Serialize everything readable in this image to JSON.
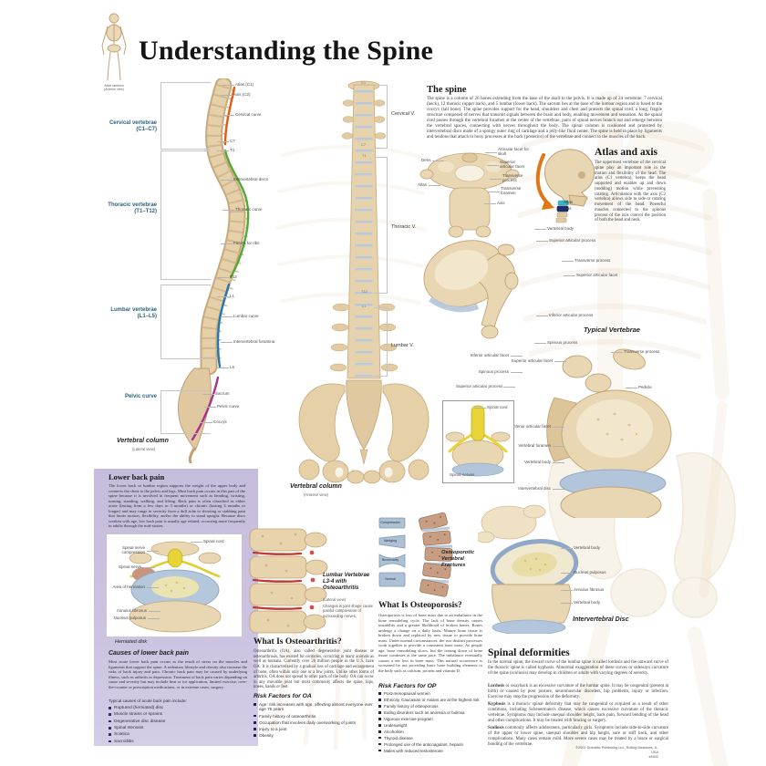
{
  "poster": {
    "title": "Understanding the Spine",
    "skeleton_caption_line1": "Adult skeleton",
    "skeleton_caption_line2": "(Anterior view)",
    "copyright": "©2002 Scientific Publishing Ltd., Rolling Meadows, IL, USA",
    "item_code": "#4502"
  },
  "colors": {
    "cervical_curve": "#e05a10",
    "thoracic_curve": "#54a836",
    "lumbar_curve": "#2377b4",
    "pelvic_curve": "#a7338c",
    "atlas_legend": "#3bb6c4",
    "axis_legend": "#1d2e6b",
    "lavender_panel": "#c9c1df",
    "bone": "#e7d4ae",
    "disc_blue": "#b3c5da",
    "spinal_cord_yellow": "#e8d437"
  },
  "lat": {
    "regions": [
      {
        "name": "Cervical vertebrae",
        "range": "(C1–C7)"
      },
      {
        "name": "Thoracic vertebrae",
        "range": "(T1–T12)"
      },
      {
        "name": "Lumbar vertebrae",
        "range": "(L1–L5)"
      },
      {
        "name": "Pelvic curve",
        "range": ""
      }
    ],
    "labels": {
      "atlas": "Atlas (C1)",
      "axis": "Axis (C2)",
      "cervical_curve": "Cervical curve",
      "c7": "C7",
      "t1": "T1",
      "discs": "Intervertebral discs",
      "thoracic_curve": "Thoracic curve",
      "rib_facets": "Facets for ribs",
      "t12": "T12",
      "l1": "L1",
      "lumbar_curve": "Lumbar curve",
      "foramina": "Intervertebral foramina",
      "l5": "L5",
      "sacrum": "Sacrum",
      "pelvic_curve": "Pelvic curve",
      "coccyx": "Coccyx"
    },
    "caption": "Vertebral column",
    "caption_sub": "(Lateral view)"
  },
  "ant": {
    "cervical": "Cervical V.",
    "thoracic": "Thoracic V.",
    "lumbar": "Lumbar V.",
    "markers": {
      "c1": "C1",
      "c7": "C7",
      "t1": "T1",
      "t12": "T12",
      "l1": "L1"
    },
    "caption": "Vertebral column",
    "caption_sub": "(Anterior view)"
  },
  "spine": {
    "heading": "The spine",
    "body": "The spine is a column of 26 bones extending from the base of the skull to the pelvis. It is made up of 24 vertebrae: 7 cervical (neck), 12 thoracic (upper back), and 5 lumbar (lower back). The sacrum lies at the base of the lumbar region and is fused to the coccyx (tail bone). The spine provides support for the head, shoulders and chest and protects the spinal cord, a long, fragile structure composed of nerves that transmit signals between the brain and body, enabling movement and sensation. As the spinal cord passes through the vertebral foramen at the center of the vertebrae, pairs of spinal nerves branch out and emerge between the vertebral spaces, connecting with nerves throughout the body. The spinal column is cushioned and protected by intervertebral discs made of a spongy outer ring of cartilage and a jelly-like fluid center. The spine is held in place by ligaments and tendons that attach to bony processes at the back (posterior) of the vertebrae and connect to the muscles of the back."
  },
  "aa": {
    "heading": "Atlas and axis",
    "body": "The uppermost vertebrae of the cervical spine play an important role in the motion and flexibility of the head. The atlas (C1 vertebra), keeps the head supported and enables up and down (nodding) motion while preventing rotating. Articulation with the axis (C2 vertebra) allows side to side or rotating movement of the head. Powerful muscles connected to the spinous process of the axis control the position of both the head and neck.",
    "dens": "Dens",
    "atlas": "Atlas",
    "skull_facet": "Articular facet for skull",
    "sup_facet": "Superior articular facet",
    "t_process": "Transverse process",
    "t_foramen": "Transverse foramen",
    "axis": "Axis",
    "leg_atlas": "Atlas",
    "leg_axis": "Axis"
  },
  "tv": {
    "caption": "Typical Vertebrae",
    "f1": {
      "body": "Vertebral body",
      "supp": "Superior articular process",
      "tp": "Transverse process",
      "supf": "Superior articular facet",
      "infp": "Inferior articular process",
      "sp": "Spinous process",
      "inff": "Inferior articular facet"
    },
    "f2": {
      "tp": "Transverse process",
      "supf": "Superior articular facet",
      "sp": "Spinous process",
      "supp": "Superior articular process",
      "ped": "Pedicle",
      "inff": "Inferior articular facet",
      "vf": "Vertebral foramen",
      "vb": "Vertebral body",
      "ivd": "Intervertebral disc"
    },
    "inset": {
      "cord": "Spinal cord",
      "nerves": "Spinal nerves"
    }
  },
  "ivd": {
    "caption": "Intervertebral Disc",
    "body_top": "Vertebral body",
    "nucleus": "Nucleus pulposus",
    "annulus": "Annulus fibrosus",
    "body_bot": "Vertebral body"
  },
  "lbp": {
    "heading": "Lower back pain",
    "body": "The lower back or lumbar region supports the weight of the upper body and connects the chest to the pelvis and legs. Most back pain occurs in this part of the spine because it is involved in frequent movement such as bending, twisting, turning, standing, walking, and lifting. Back pain is often classified as either acute (lasting from a few days to 3 months) or chronic (lasting 3 months or longer) and may range in severity from a dull ache to shooting or stabbing pain that limits motion, flexibility, and/or the ability to stand upright. Because discs weaken with age, low back pain is usually age related, occurring more frequently in adults through the mid-sixties.",
    "fig": {
      "cord": "Spinal cord",
      "comp": "Spinal nerve compression",
      "nerve": "Spinal nerve",
      "hern": "Area of herniation",
      "ann": "Annulus fibrosus",
      "nuc": "Nucleus pulposus"
    },
    "fig_caption": "Herniated disk",
    "causes_h": "Causes of lower back pain",
    "causes_body": "Most acute lower back pain occurs as the result of stress on the muscles and ligaments that support the spine. A sedentary lifestyle and obesity also increase the risks of back injury and pain. Chronic back pain may be caused by underlying illness, such as arthritis or depression. Treatment of back pain varies depending on cause and severity but may include heat or ice application, limited exercise, over-the-counter or prescription medications, or in extreme cases, surgery.",
    "causes_intro": "Typical causes of acute back pain include:",
    "causes": [
      "Ruptured (herniated) disc",
      "Muscle strains or sprains",
      "Degenerative disc disease",
      "Spinal stenosis",
      "Sciatica",
      "Sacroiliitis"
    ]
  },
  "oa": {
    "heading": "What Is Osteoarthritis?",
    "body": "Osteoarthritis (OA), also called degenerative joint disease or osteoarthrosis, has existed for centuries, occurring in many animals as well as humans. Currently over 20 million people in the U.S. have OA. It is characterized by a gradual loss of cartilage and enlargement of bone, often within only one or a few joints. Unlike other forms of arthritis, OA does not spread to other parts of the body. OA can occur in any movable joint but most commonly affects the spine, hips, knees, hands or feet.",
    "risk_h": "Risk Factors for OA",
    "risks": [
      "Age: risk increases with age, affecting almost everyone over age 75 years",
      "Family history of osteoarthritis",
      "Occupation that involves daily overworking of joints",
      "Injury to a joint",
      "Obesity"
    ],
    "cap": "Lumbar Vertebrae L3-4 with Osteoarthritis",
    "cap_sub": "(Lateral view)",
    "note": "Changes in joint shape cause painful compression of surrounding nerves."
  },
  "op": {
    "heading": "What Is Osteoporosis?",
    "body": "Osteoporosis is loss of bone mass due to an imbalance in the bone remodeling cycle. The lack of bone density causes instability and a greater likelihood of broken bones. Bones undergo a change on a daily basis. Mature bone tissue is broken down and replaced by new tissue to provide bone mass. Under normal circumstances, the two distinct processes work together to provide a consistent bone mass. As people age, bone remodeling slows, but the tearing down of bone tissue continues at the same pace. The imbalance eventually causes a net loss in bone mass. This natural occurrence is worsened by not providing basic bone building elements to the body such as calcium, protein and vitamin D.",
    "risk_h": "Risk Factors for OP",
    "risks": [
      "Post-menopausal women",
      "Ethnicity, Caucasian or Asians are at the highest risk",
      "Family history of osteoporosis",
      "Eating disorders such as anorexia or bulimia",
      "Vigorous exercise program",
      "Underweight",
      "Alcoholism",
      "Thyroid disease",
      "Prolonged use of the anticoagulant, heparin",
      "Males with reduced testosterone"
    ],
    "cap": "Osteoporotic Vertebral Fractures",
    "types": [
      "Compression",
      "Wedging",
      "Biconcavity",
      "Normal"
    ]
  },
  "def": {
    "heading": "Spinal deformities",
    "p1": "In the normal spine, the inward curve of the lumbar spine is called lordosis and the outward curve of the thoracic spine is called kyphosis. Abnormal exaggeration of these curves or sideways curvature of the spine (scoliosis) may develop in children or adults with varying degrees of severity.",
    "p2_lead": "Lordosis",
    "p2": " or swayback is an excessive curvature of the lumbar spine. It may be congenital (present at birth) or caused by poor posture, neuromuscular disorders, hip problems, injury or infection. Exercise may stop the progression of the deformity.",
    "p3_lead": "Kyphosis",
    "p3": " is a thoracic spinal deformity that may be congenital or acquired as a result of other conditions, including Scheuermann's disease, which causes excessive curvature of the thoracic vertebrae. Symptoms may include unequal shoulder height, back pain, forward bending of the head and other complications. It may be treated with bracing or surgery.",
    "p4_lead": "Scoliosis",
    "p4": " commonly affects adolescents, particularly girls. Symptoms include side-to-side curvature of the upper or lower spine, unequal shoulder and hip height, sore or stiff back, and other complications. Many cases remain mild. More severe cases may be treated by a brace or surgical bonding of the vertebrae."
  }
}
